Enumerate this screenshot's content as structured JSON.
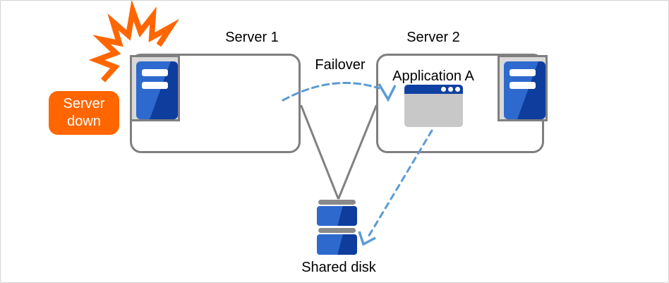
{
  "diagram": {
    "server1_label": "Server 1",
    "server2_label": "Server 2",
    "failover_label": "Failover",
    "application_label": "Application A",
    "shared_disk_label": "Shared disk",
    "server_down_line1": "Server",
    "server_down_line2": "down"
  },
  "colors": {
    "accent_orange": "#ff6600",
    "arrow_blue": "#5b9bd5",
    "box_border_gray": "#7f7f7f",
    "line_gray": "#808080",
    "icon_blue_light": "#2e6ace",
    "icon_blue_dark": "#0e3d9e",
    "titlebar_blue": "#0f41a3",
    "icon_bg_gray": "#d9d9d9",
    "window_body_gray": "#c8c8c8",
    "disk_bar_gray": "#8a8a8a",
    "canvas_border": "#d4d4d4"
  }
}
